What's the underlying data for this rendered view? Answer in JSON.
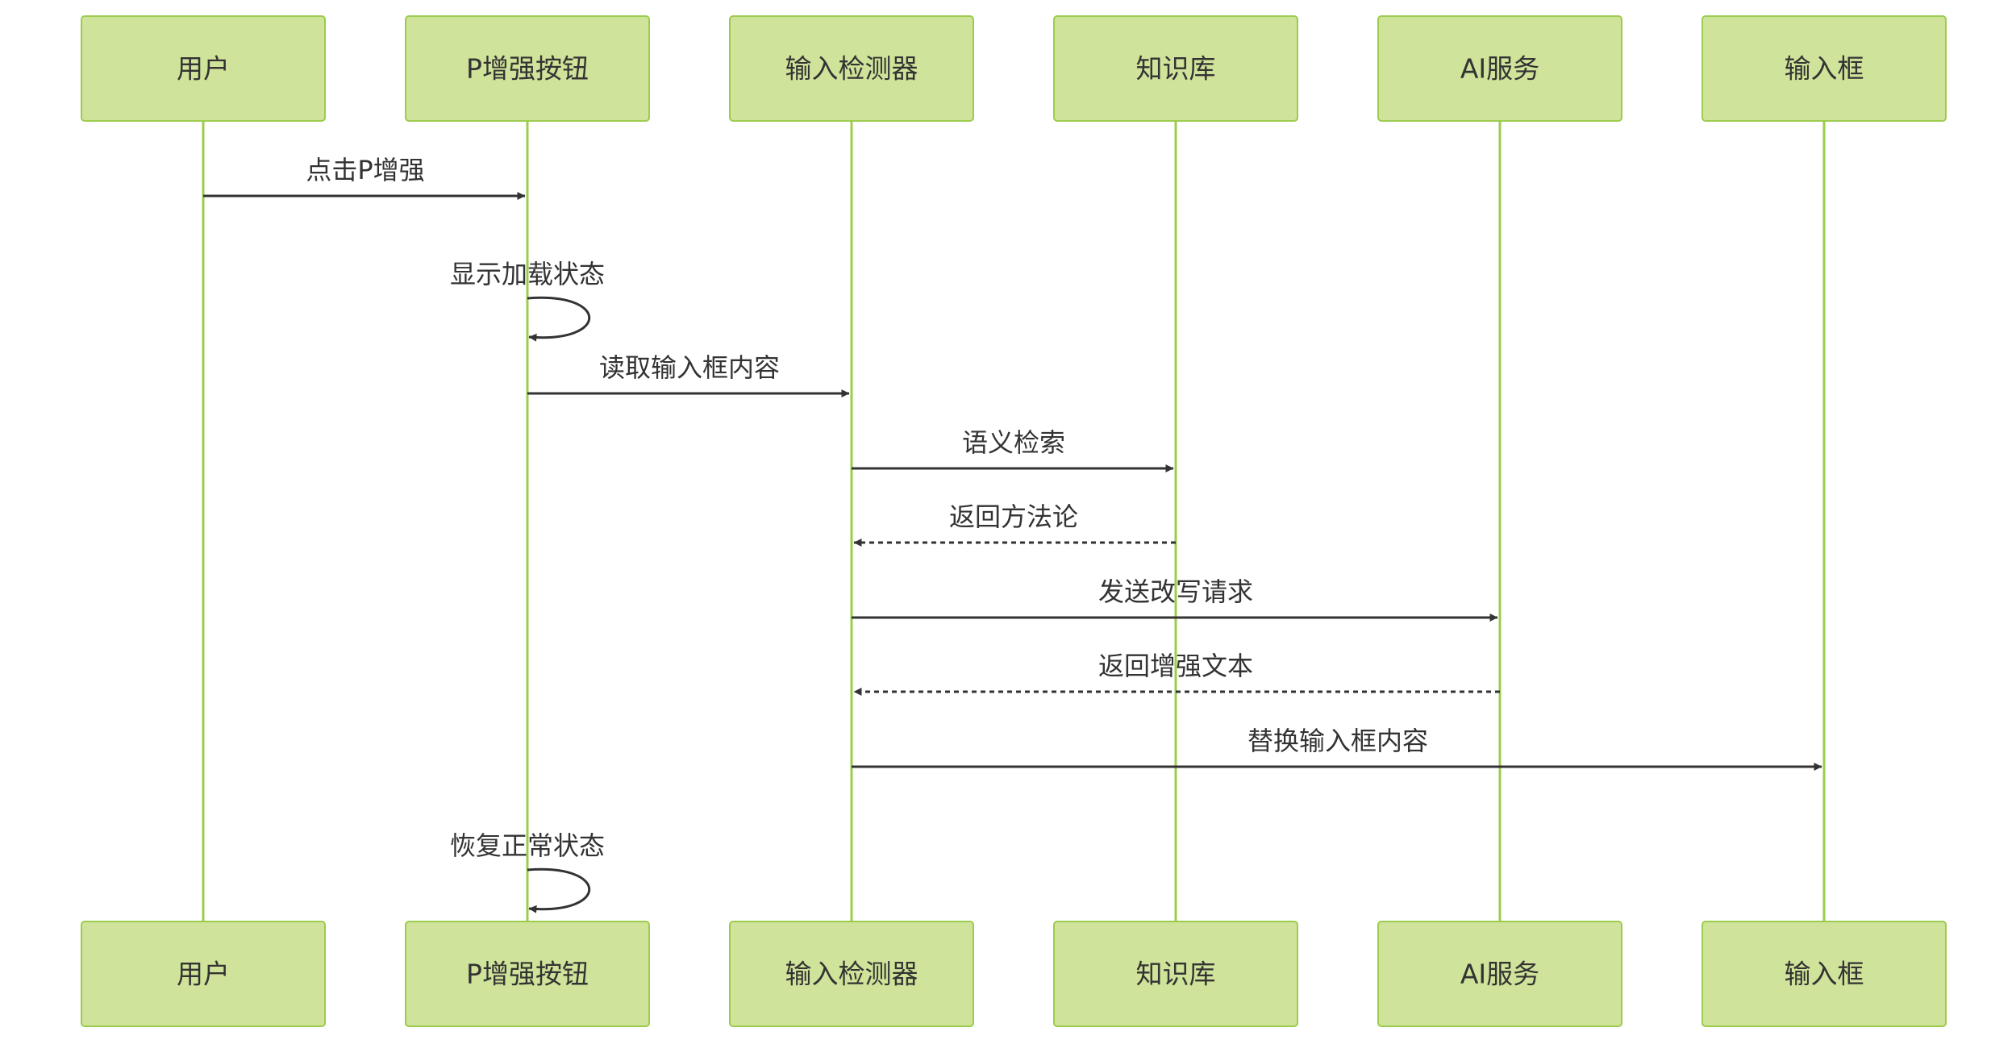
{
  "colors": {
    "box_fill": "#cfe39a",
    "box_stroke": "#9ccc4d",
    "lifeline": "#9ccc4d",
    "arrow": "#333333",
    "text": "#333333"
  },
  "participants": [
    {
      "id": "user",
      "label": "用户"
    },
    {
      "id": "p_button",
      "label": "P增强按钮"
    },
    {
      "id": "input_detector",
      "label": "输入检测器"
    },
    {
      "id": "knowledge_base",
      "label": "知识库"
    },
    {
      "id": "ai_service",
      "label": "AI服务"
    },
    {
      "id": "input_box",
      "label": "输入框"
    }
  ],
  "messages": [
    {
      "from": 0,
      "to": 1,
      "label": "点击P增强",
      "style": "solid"
    },
    {
      "from": 1,
      "to": 1,
      "label": "显示加载状态",
      "style": "self"
    },
    {
      "from": 1,
      "to": 2,
      "label": "读取输入框内容",
      "style": "solid"
    },
    {
      "from": 2,
      "to": 3,
      "label": "语义检索",
      "style": "solid"
    },
    {
      "from": 3,
      "to": 2,
      "label": "返回方法论",
      "style": "dashed"
    },
    {
      "from": 2,
      "to": 4,
      "label": "发送改写请求",
      "style": "solid"
    },
    {
      "from": 4,
      "to": 2,
      "label": "返回增强文本",
      "style": "dashed"
    },
    {
      "from": 2,
      "to": 5,
      "label": "替换输入框内容",
      "style": "solid"
    },
    {
      "from": 1,
      "to": 1,
      "label": "恢复正常状态",
      "style": "self"
    }
  ]
}
